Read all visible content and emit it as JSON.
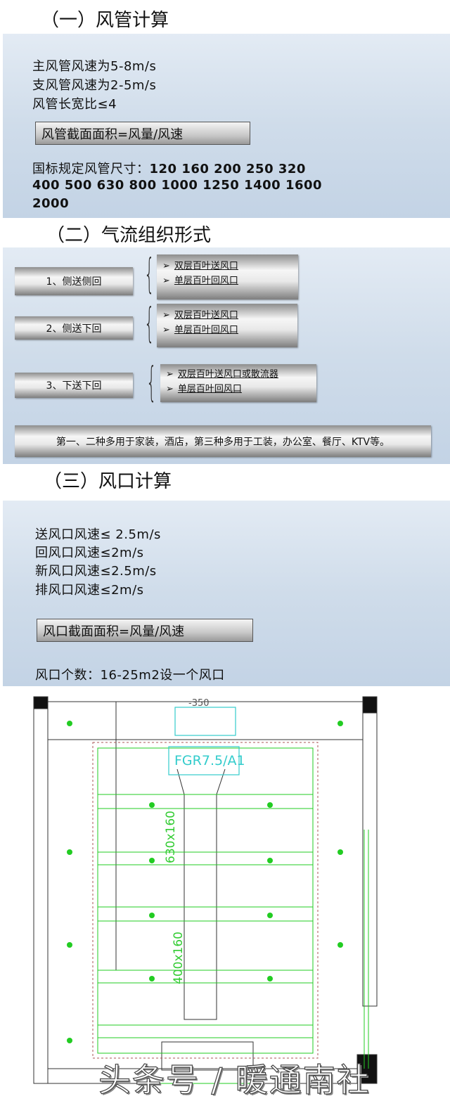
{
  "section1": {
    "title": "（一）风管计算",
    "lines": [
      "主风管风速为5-8m/s",
      "支风管风速为2-5m/s",
      "风管长宽比≤4"
    ],
    "formula": "风管截面面积=风量/风速",
    "sizes_label": "国标规定风管尺寸：",
    "sizes_line1": "120 160 200 250 320",
    "sizes_line2": "400 500 630 800 1000 1250 1400 1600",
    "sizes_line3": "2000"
  },
  "section2": {
    "title": "（二）气流组织形式",
    "forms": [
      {
        "label": "1、侧送侧回",
        "options": [
          "双层百叶送风口",
          "单层百叶回风口"
        ]
      },
      {
        "label": "2、侧送下回",
        "options": [
          "双层百叶送风口",
          "单层百叶回风口"
        ]
      },
      {
        "label": "3、下送下回",
        "options": [
          "双层百叶送风口或散流器",
          "单层百叶回风口"
        ]
      }
    ],
    "bullet": "➢",
    "note": "第一、二种多用于家装，酒店，第三种多用于工装，办公室、餐厅、KTV等。"
  },
  "section3": {
    "title": "（三）风口计算",
    "lines": [
      "送风口风速≤ 2.5m/s",
      "回风口风速≤2m/s",
      "新风口风速≤2.5m/s",
      "排风口风速≤2m/s"
    ],
    "formula": "风口截面面积=风量/风速",
    "count": "风口个数：16-25m2设一个风口"
  },
  "drawing": {
    "dim_top": "-350",
    "unit_label": "FGR7.5/A1",
    "duct_main": "630x160",
    "duct_branch": "400x160",
    "colors": {
      "green": "#22cc22",
      "cyan": "#33cccc",
      "yellow": "#e8e870",
      "line": "#333333"
    }
  },
  "watermark": "头条号 / 暖通南社"
}
